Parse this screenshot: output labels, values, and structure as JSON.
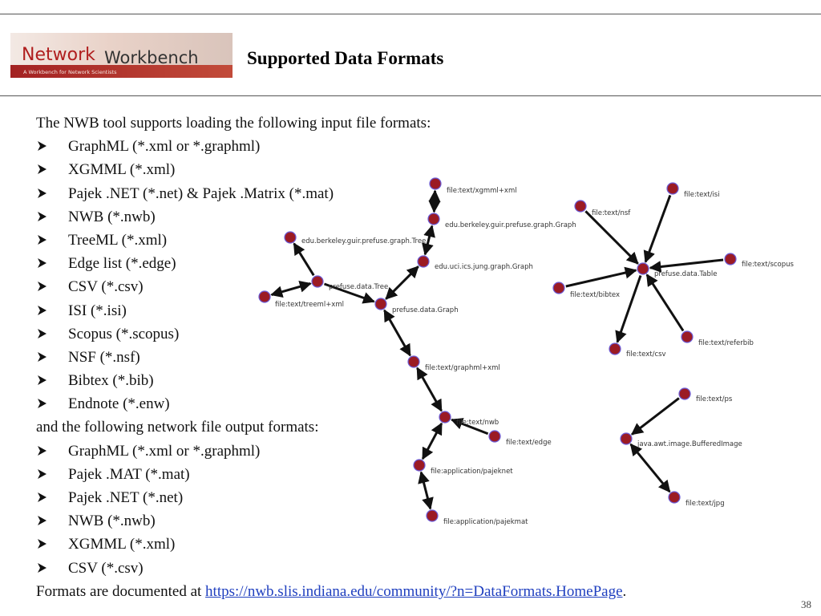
{
  "slide": {
    "logo": {
      "name": "NetworkWorkbench",
      "part1": "Network",
      "part2": "Workbench",
      "tagline": "A Workbench for Network Scientists"
    },
    "title": "Supported Data Formats",
    "intro": "The NWB tool supports loading the following input file formats:",
    "input_formats": [
      "GraphML (*.xml or *.graphml)",
      "XGMML (*.xml)",
      "Pajek .NET (*.net) & Pajek .Matrix (*.mat)",
      "NWB (*.nwb)",
      "TreeML (*.xml)",
      "Edge list (*.edge)",
      "CSV (*.csv)",
      "ISI (*.isi)",
      "Scopus (*.scopus)",
      "NSF (*.nsf)",
      "Bibtex (*.bib)",
      "Endnote (*.enw)"
    ],
    "output_intro": "and the following network file output formats:",
    "output_formats": [
      "GraphML (*.xml or *.graphml)",
      "Pajek .MAT (*.mat)",
      "Pajek .NET (*.net)",
      "NWB (*.nwb)",
      "XGMML (*.xml)",
      "CSV (*.csv)"
    ],
    "footer_prefix": "Formats are documented at ",
    "footer_link": "https://nwb.slis.indiana.edu/community/?n=DataFormats.HomePage",
    "footer_suffix": ".",
    "page_number": "38"
  },
  "diagram": {
    "node_color": "#9b1b24",
    "node_ring": "#6b5bd6",
    "nodes": [
      {
        "id": "xgmml",
        "label": "file:text/xgmml+xml"
      },
      {
        "id": "berkGraph",
        "label": "edu.berkeley.guir.prefuse.graph.Graph"
      },
      {
        "id": "berkTree",
        "label": "edu.berkeley.guir.prefuse.graph.Tree"
      },
      {
        "id": "jung",
        "label": "edu.uci.ics.jung.graph.Graph"
      },
      {
        "id": "pTree",
        "label": "prefuse.data.Tree"
      },
      {
        "id": "treeml",
        "label": "file:text/treeml+xml"
      },
      {
        "id": "pGraph",
        "label": "prefuse.data.Graph"
      },
      {
        "id": "graphml",
        "label": "file:text/graphml+xml"
      },
      {
        "id": "nwb",
        "label": "file:text/nwb"
      },
      {
        "id": "edge",
        "label": "file:text/edge"
      },
      {
        "id": "pajeknet",
        "label": "file:application/pajeknet"
      },
      {
        "id": "pajekmat",
        "label": "file:application/pajekmat"
      },
      {
        "id": "nsf",
        "label": "file:text/nsf"
      },
      {
        "id": "isi",
        "label": "file:text/isi"
      },
      {
        "id": "pTable",
        "label": "prefuse.data.Table"
      },
      {
        "id": "scopus",
        "label": "file:text/scopus"
      },
      {
        "id": "bibtex",
        "label": "file:text/bibtex"
      },
      {
        "id": "csv",
        "label": "file:text/csv"
      },
      {
        "id": "referbib",
        "label": "file:text/referbib"
      },
      {
        "id": "ps",
        "label": "file:text/ps"
      },
      {
        "id": "bufImg",
        "label": "java.awt.image.BufferedImage"
      },
      {
        "id": "jpg",
        "label": "file:text/jpg"
      }
    ],
    "edges": [
      {
        "from": "xgmml",
        "to": "berkGraph",
        "bidirectional": true
      },
      {
        "from": "berkGraph",
        "to": "jung",
        "bidirectional": true
      },
      {
        "from": "jung",
        "to": "pGraph",
        "bidirectional": true
      },
      {
        "from": "pTree",
        "to": "berkTree",
        "bidirectional": false
      },
      {
        "from": "pTree",
        "to": "treeml",
        "bidirectional": true
      },
      {
        "from": "pTree",
        "to": "pGraph",
        "bidirectional": false
      },
      {
        "from": "pGraph",
        "to": "graphml",
        "bidirectional": true
      },
      {
        "from": "graphml",
        "to": "nwb",
        "bidirectional": true
      },
      {
        "from": "edge",
        "to": "nwb",
        "bidirectional": false
      },
      {
        "from": "nwb",
        "to": "pajeknet",
        "bidirectional": true
      },
      {
        "from": "pajeknet",
        "to": "pajekmat",
        "bidirectional": true
      },
      {
        "from": "nsf",
        "to": "pTable",
        "bidirectional": false
      },
      {
        "from": "isi",
        "to": "pTable",
        "bidirectional": false
      },
      {
        "from": "scopus",
        "to": "pTable",
        "bidirectional": false
      },
      {
        "from": "bibtex",
        "to": "pTable",
        "bidirectional": false
      },
      {
        "from": "pTable",
        "to": "csv",
        "bidirectional": false
      },
      {
        "from": "referbib",
        "to": "pTable",
        "bidirectional": false
      },
      {
        "from": "ps",
        "to": "bufImg",
        "bidirectional": false
      },
      {
        "from": "bufImg",
        "to": "jpg",
        "bidirectional": true
      }
    ]
  }
}
